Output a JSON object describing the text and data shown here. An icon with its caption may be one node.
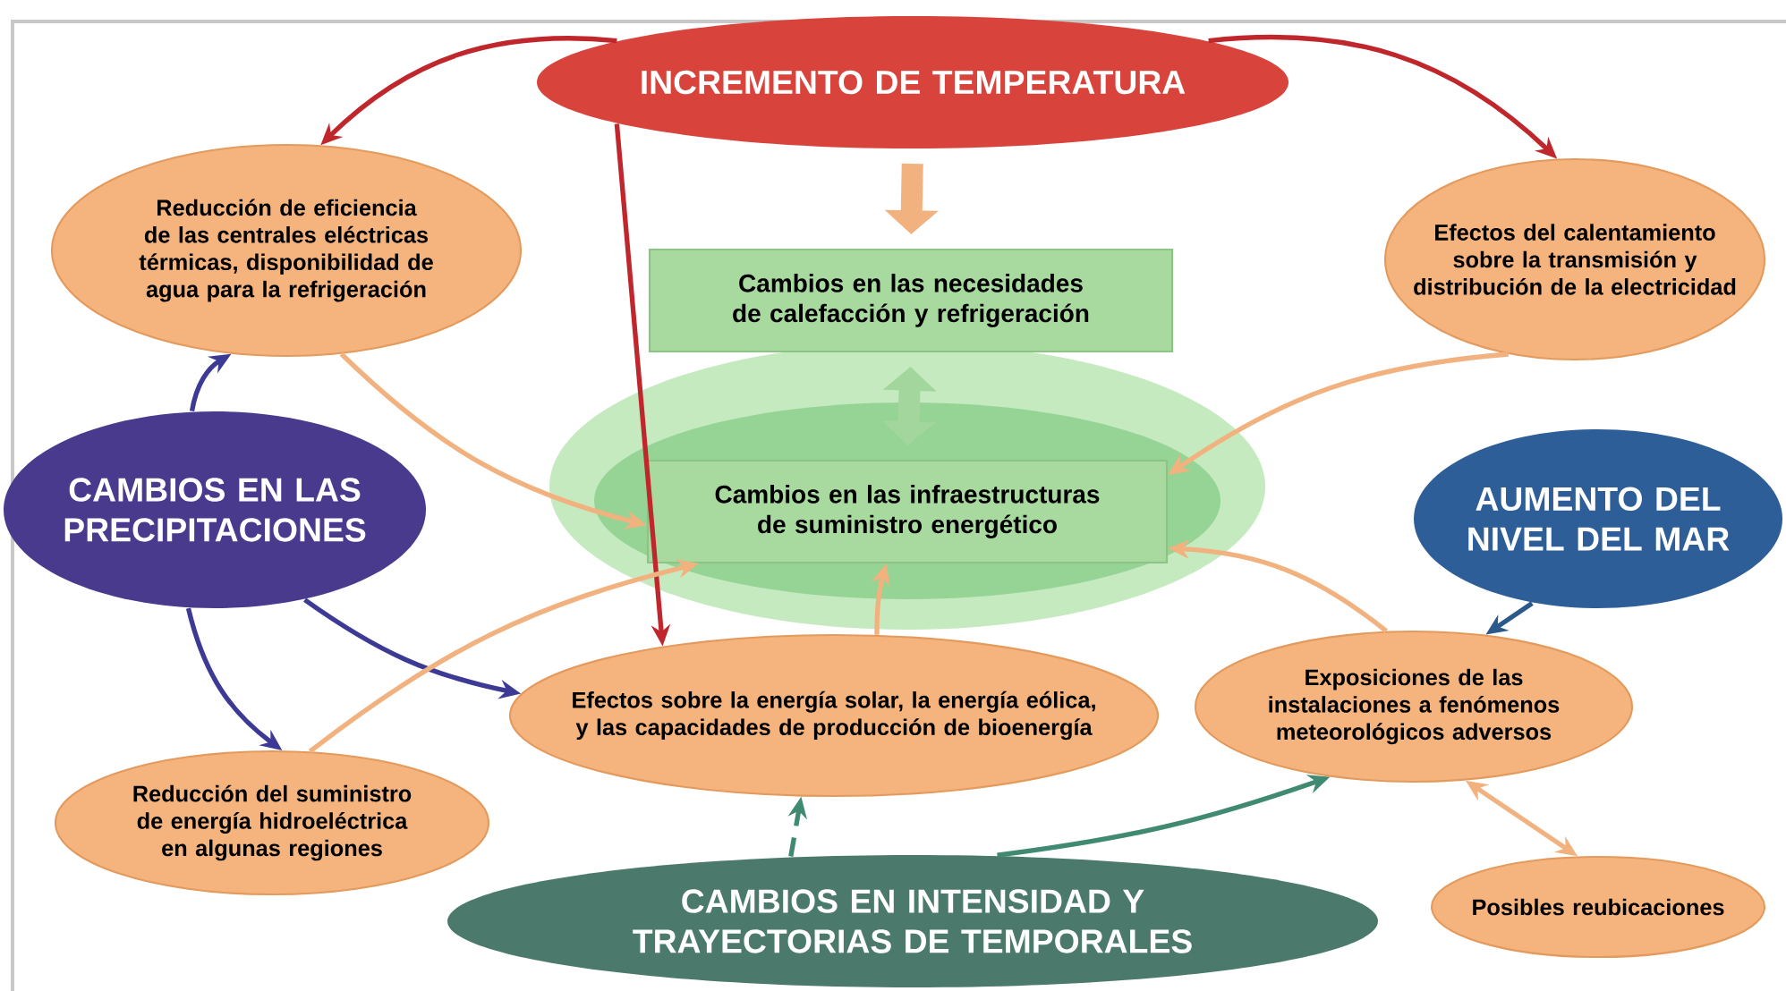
{
  "diagram": {
    "nodes": [
      {
        "text": [
          "INCREMENTO DE TEMPERATURA"
        ]
      },
      {
        "text": [
          "Reducción de eficiencia de las centrales eléctricas térmicas, disponibilidad de agua para la refrigeración"
        ]
      },
      {
        "text": [
          "Cambios en las necesidades de calefacción y refrigeración"
        ]
      },
      {
        "text": [
          "Efectos del calentamiento sobre la transmisión y distribución de la electricidad"
        ]
      },
      {
        "text": [
          "CAMBIOS EN LAS PRECIPITACIONES"
        ]
      },
      {
        "text": [
          "Cambios en las infraestructuras de suministro energético"
        ]
      },
      {
        "text": [
          "AUMENTO DEL NIVEL DEL MAR"
        ]
      },
      {
        "text": [
          "Efectos sobre la energía solar, la energía eólica, y las capacidades de producción de bioenergía"
        ]
      },
      {
        "text": [
          "Exposiciones de las instalaciones a fenómenos meteorológicos adversos"
        ]
      },
      {
        "text": [
          "Reducción del suministro de energía hidroeléctrica en algunas regiones"
        ]
      },
      {
        "text": [
          "CAMBIOS EN INTENSIDAD Y TRAYECTORIAS DE TEMPORALES"
        ]
      },
      {
        "text": [
          "Posibles reubicaciones"
        ]
      }
    ],
    "edges": [
      {
        "from": 0,
        "to": 1,
        "arrow": "to",
        "color": "#c0272d"
      },
      {
        "from": 0,
        "to": 3,
        "arrow": "to",
        "color": "#c0272d"
      },
      {
        "from": 0,
        "to": 7,
        "arrow": "to",
        "color": "#c0272d"
      },
      {
        "from": 0,
        "to": 2,
        "arrow": "to",
        "style": "thick"
      },
      {
        "from": 2,
        "to": 5,
        "arrow": "both",
        "style": "thick",
        "color": "#a3d69c"
      },
      {
        "from": 1,
        "to": 5,
        "arrow": "to"
      },
      {
        "from": 3,
        "to": 5,
        "arrow": "to"
      },
      {
        "from": 4,
        "to": 1,
        "arrow": "to",
        "color": "#3d3a96"
      },
      {
        "from": 4,
        "to": 9,
        "arrow": "to",
        "color": "#3d3a96"
      },
      {
        "from": 4,
        "to": 7,
        "arrow": "to",
        "color": "#3d3a96"
      },
      {
        "from": 9,
        "to": 5,
        "arrow": "to"
      },
      {
        "from": 7,
        "to": 5,
        "arrow": "to"
      },
      {
        "from": 8,
        "to": 5,
        "arrow": "to"
      },
      {
        "from": 6,
        "to": 8,
        "arrow": "to",
        "color": "#2b5a8a"
      },
      {
        "from": 10,
        "to": 7,
        "arrow": "to",
        "style": "dashed",
        "color": "#3f8a70"
      },
      {
        "from": 10,
        "to": 8,
        "arrow": "to",
        "color": "#3f8a70"
      },
      {
        "from": 8,
        "to": 11,
        "arrow": "both"
      }
    ]
  }
}
